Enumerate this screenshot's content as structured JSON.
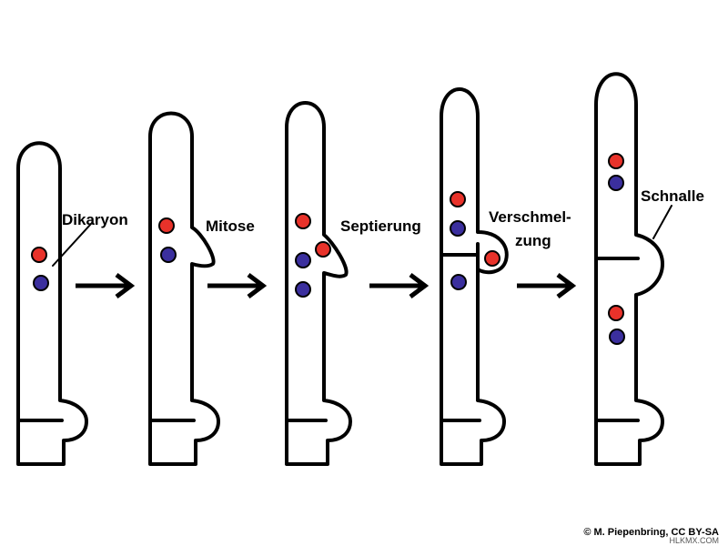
{
  "labels": {
    "dikaryon": "Dikaryon",
    "mitose": "Mitose",
    "septierung": "Septierung",
    "verschmelzung_line1": "Verschmel-",
    "verschmelzung_line2": "zung",
    "schnalle": "Schnalle"
  },
  "credit": "© M. Piepenbring, CC BY-SA",
  "watermark": "HLKMX.COM",
  "colors": {
    "nucleus_red": "#e8322a",
    "nucleus_blue": "#3b2f9e",
    "outline": "#000000"
  }
}
